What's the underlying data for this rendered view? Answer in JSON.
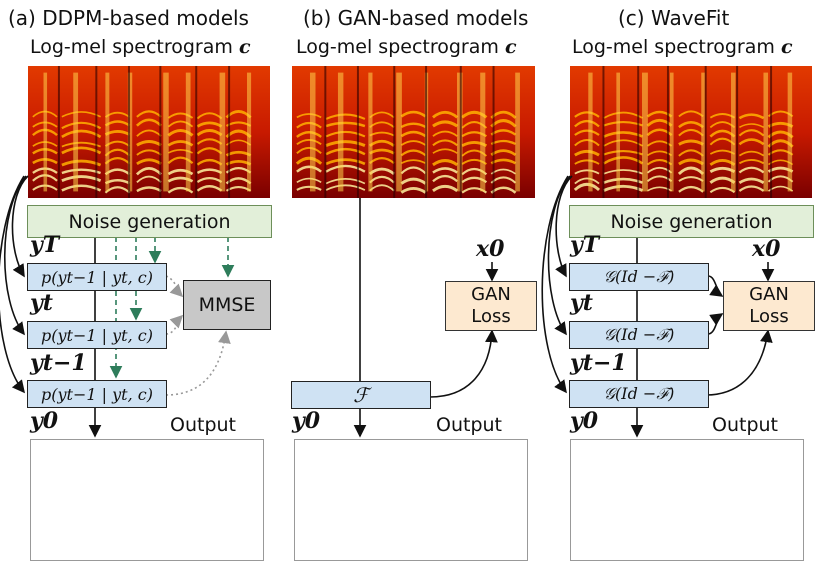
{
  "panels": [
    {
      "title": "(a) DDPM-based models",
      "subtitle": "Log-mel spectrogram",
      "subtitle_var": "c"
    },
    {
      "title": "(b) GAN-based models",
      "subtitle": "Log-mel spectrogram",
      "subtitle_var": "c"
    },
    {
      "title": "(c) WaveFit",
      "subtitle": "Log-mel spectrogram",
      "subtitle_var": "c"
    }
  ],
  "ddpm": {
    "noise_label": "Noise generation",
    "y_T": "yT",
    "y_t": "yt",
    "y_t1": "yt−1",
    "y_0": "y0",
    "block_label": "p(yt−1 | yt, c)",
    "mmse_label": "MMSE",
    "output_label": "Output"
  },
  "gan": {
    "f_label": "ℱ",
    "x0": "x0",
    "gan_loss": "GAN\nLoss",
    "y_0": "y0",
    "output_label": "Output"
  },
  "wavefit": {
    "noise_label": "Noise generation",
    "y_T": "yT",
    "y_t": "yt",
    "y_t1": "yt−1",
    "y_0": "y0",
    "block_label": "𝒢(Id −ℱ)",
    "x0": "x0",
    "gan_loss": "GAN\nLoss",
    "output_label": "Output"
  },
  "colors": {
    "block_blue": "#cfe2f3",
    "noise_green": "#e2efd9",
    "gan_orange": "#fde9d0",
    "mmse_gray": "#c8c8c8",
    "dashed_green": "#2e7d5b",
    "wave_blue": "#2f7fc1"
  }
}
